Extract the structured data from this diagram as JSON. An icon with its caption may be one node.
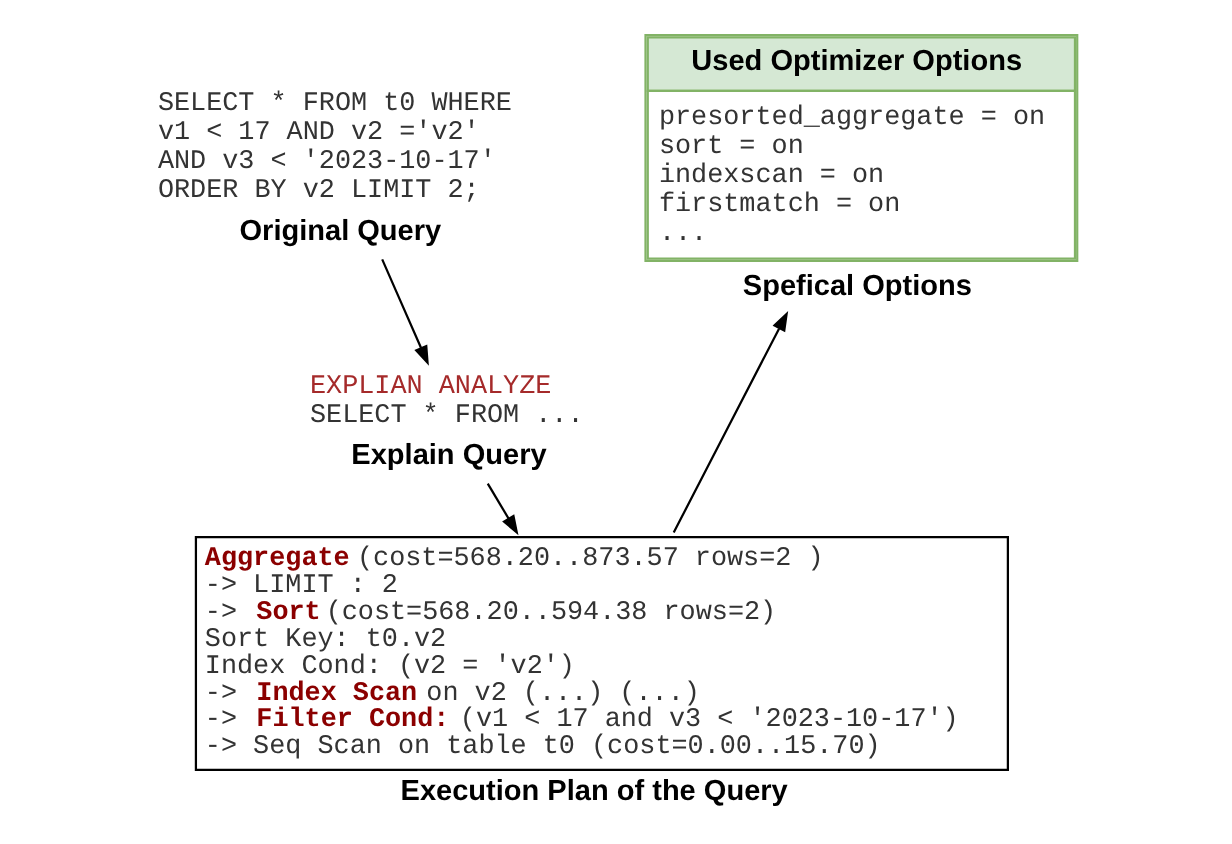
{
  "diagram": {
    "nodes": [
      {
        "text": [
          "SELECT * FROM t0 WHERE",
          "v1 < 17 AND v2 ='v2'",
          "AND v3 < '2023-10-17'",
          "ORDER BY v2 LIMIT 2;",
          "Original Query"
        ]
      },
      {
        "text": [
          "EXPLIAN ANALYZE",
          "SELECT * FROM ...",
          "Explain Query"
        ]
      },
      {
        "text": [
          "**Aggregate** (cost=568.20..873.57 rows=2 )",
          "-> LIMIT : 2",
          "-> **Sort** (cost=568.20..594.38 rows=2)",
          "Sort Key: t0.v2",
          "Index Cond: (v2 = 'v2')",
          "-> **Index Scan** on v2 (...) (...)",
          "-> **Filter Cond:** (v1 < 17 and v3 < '2023-10-17')",
          "-> Seq Scan on table t0 (cost=0.00..15.70)",
          "Execution Plan of the Query"
        ]
      },
      {
        "text": [
          "Used Optimizer Options",
          "presorted_aggregate = on",
          "sort = on",
          "indexscan = on",
          "firstmatch = on",
          "...",
          "Spefical Options"
        ]
      }
    ],
    "edges": [
      {
        "from": 0,
        "to": 1,
        "arrow": "to"
      },
      {
        "from": 1,
        "to": 2,
        "arrow": "to"
      },
      {
        "from": 2,
        "to": 3,
        "arrow": "to"
      }
    ]
  }
}
